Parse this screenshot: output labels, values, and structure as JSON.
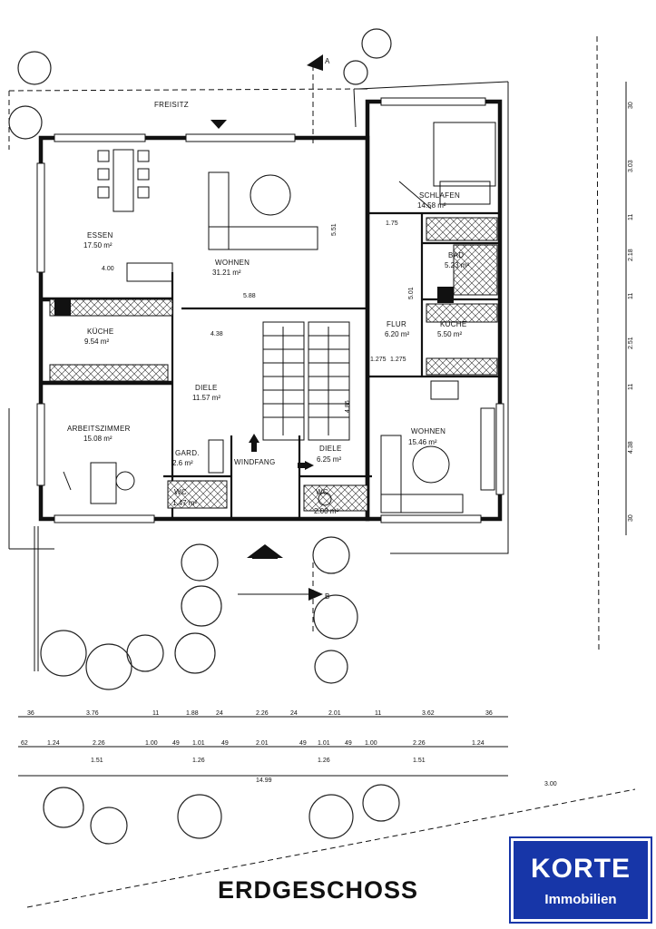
{
  "title": "ERDGESCHOSS",
  "logo": {
    "main": "KORTE",
    "sub": "Immobilien"
  },
  "labels": {
    "freisitz": "FREISITZ",
    "section_a": "A",
    "section_b": "B",
    "windfang": "WINDFANG",
    "overall_width": "14.99",
    "offset": "3.00"
  },
  "rooms": {
    "essen": {
      "name": "ESSEN",
      "area": "17.50 m²"
    },
    "wohnen_eg": {
      "name": "WOHNEN",
      "area": "31.21 m²"
    },
    "kueche_l": {
      "name": "KÜCHE",
      "area": "9.54 m²"
    },
    "diele_l": {
      "name": "DIELE",
      "area": "11.57 m²"
    },
    "arbeitszimmer": {
      "name": "ARBEITSZIMMER",
      "area": "15.08 m²"
    },
    "gard": {
      "name": "GARD.",
      "area": "2.6 m²"
    },
    "wc_l": {
      "name": "WC",
      "area": "1.47 m²"
    },
    "schlafen": {
      "name": "SCHLAFEN",
      "area": "14.58 m²"
    },
    "bad": {
      "name": "BAD",
      "area": "5.23 m²"
    },
    "flur": {
      "name": "FLUR",
      "area": "6.20 m²"
    },
    "kueche_r": {
      "name": "KÜCHE",
      "area": "5.50 m²"
    },
    "wohnen_r": {
      "name": "WOHNEN",
      "area": "15.46 m²"
    },
    "diele_r": {
      "name": "DIELE",
      "area": "6.25 m²"
    },
    "wc_r": {
      "name": "WC",
      "area": "2.00 m²"
    }
  },
  "inner_dims": [
    "4.00",
    "5.51",
    "5.88",
    "4.38",
    "5.01",
    "4.86",
    "1.275",
    "1.275",
    "1.75"
  ],
  "right_dims": [
    "30",
    "3.03",
    "11",
    "2.18",
    "11",
    "2.51",
    "11",
    "4.38",
    "30"
  ],
  "dims_row1": [
    "36",
    "3.76",
    "11",
    "1.88",
    "24",
    "2.26",
    "24",
    "2.01",
    "11",
    "3.62",
    "36"
  ],
  "dims_row2": [
    "62",
    "1.24",
    "2.26",
    "1.00",
    "49",
    "1.01",
    "49",
    "2.01",
    "49",
    "1.01",
    "49",
    "1.00",
    "2.26",
    "1.24"
  ],
  "dims_row2_sub": [
    "1.51",
    "1.26",
    "1.26",
    "1.51"
  ]
}
